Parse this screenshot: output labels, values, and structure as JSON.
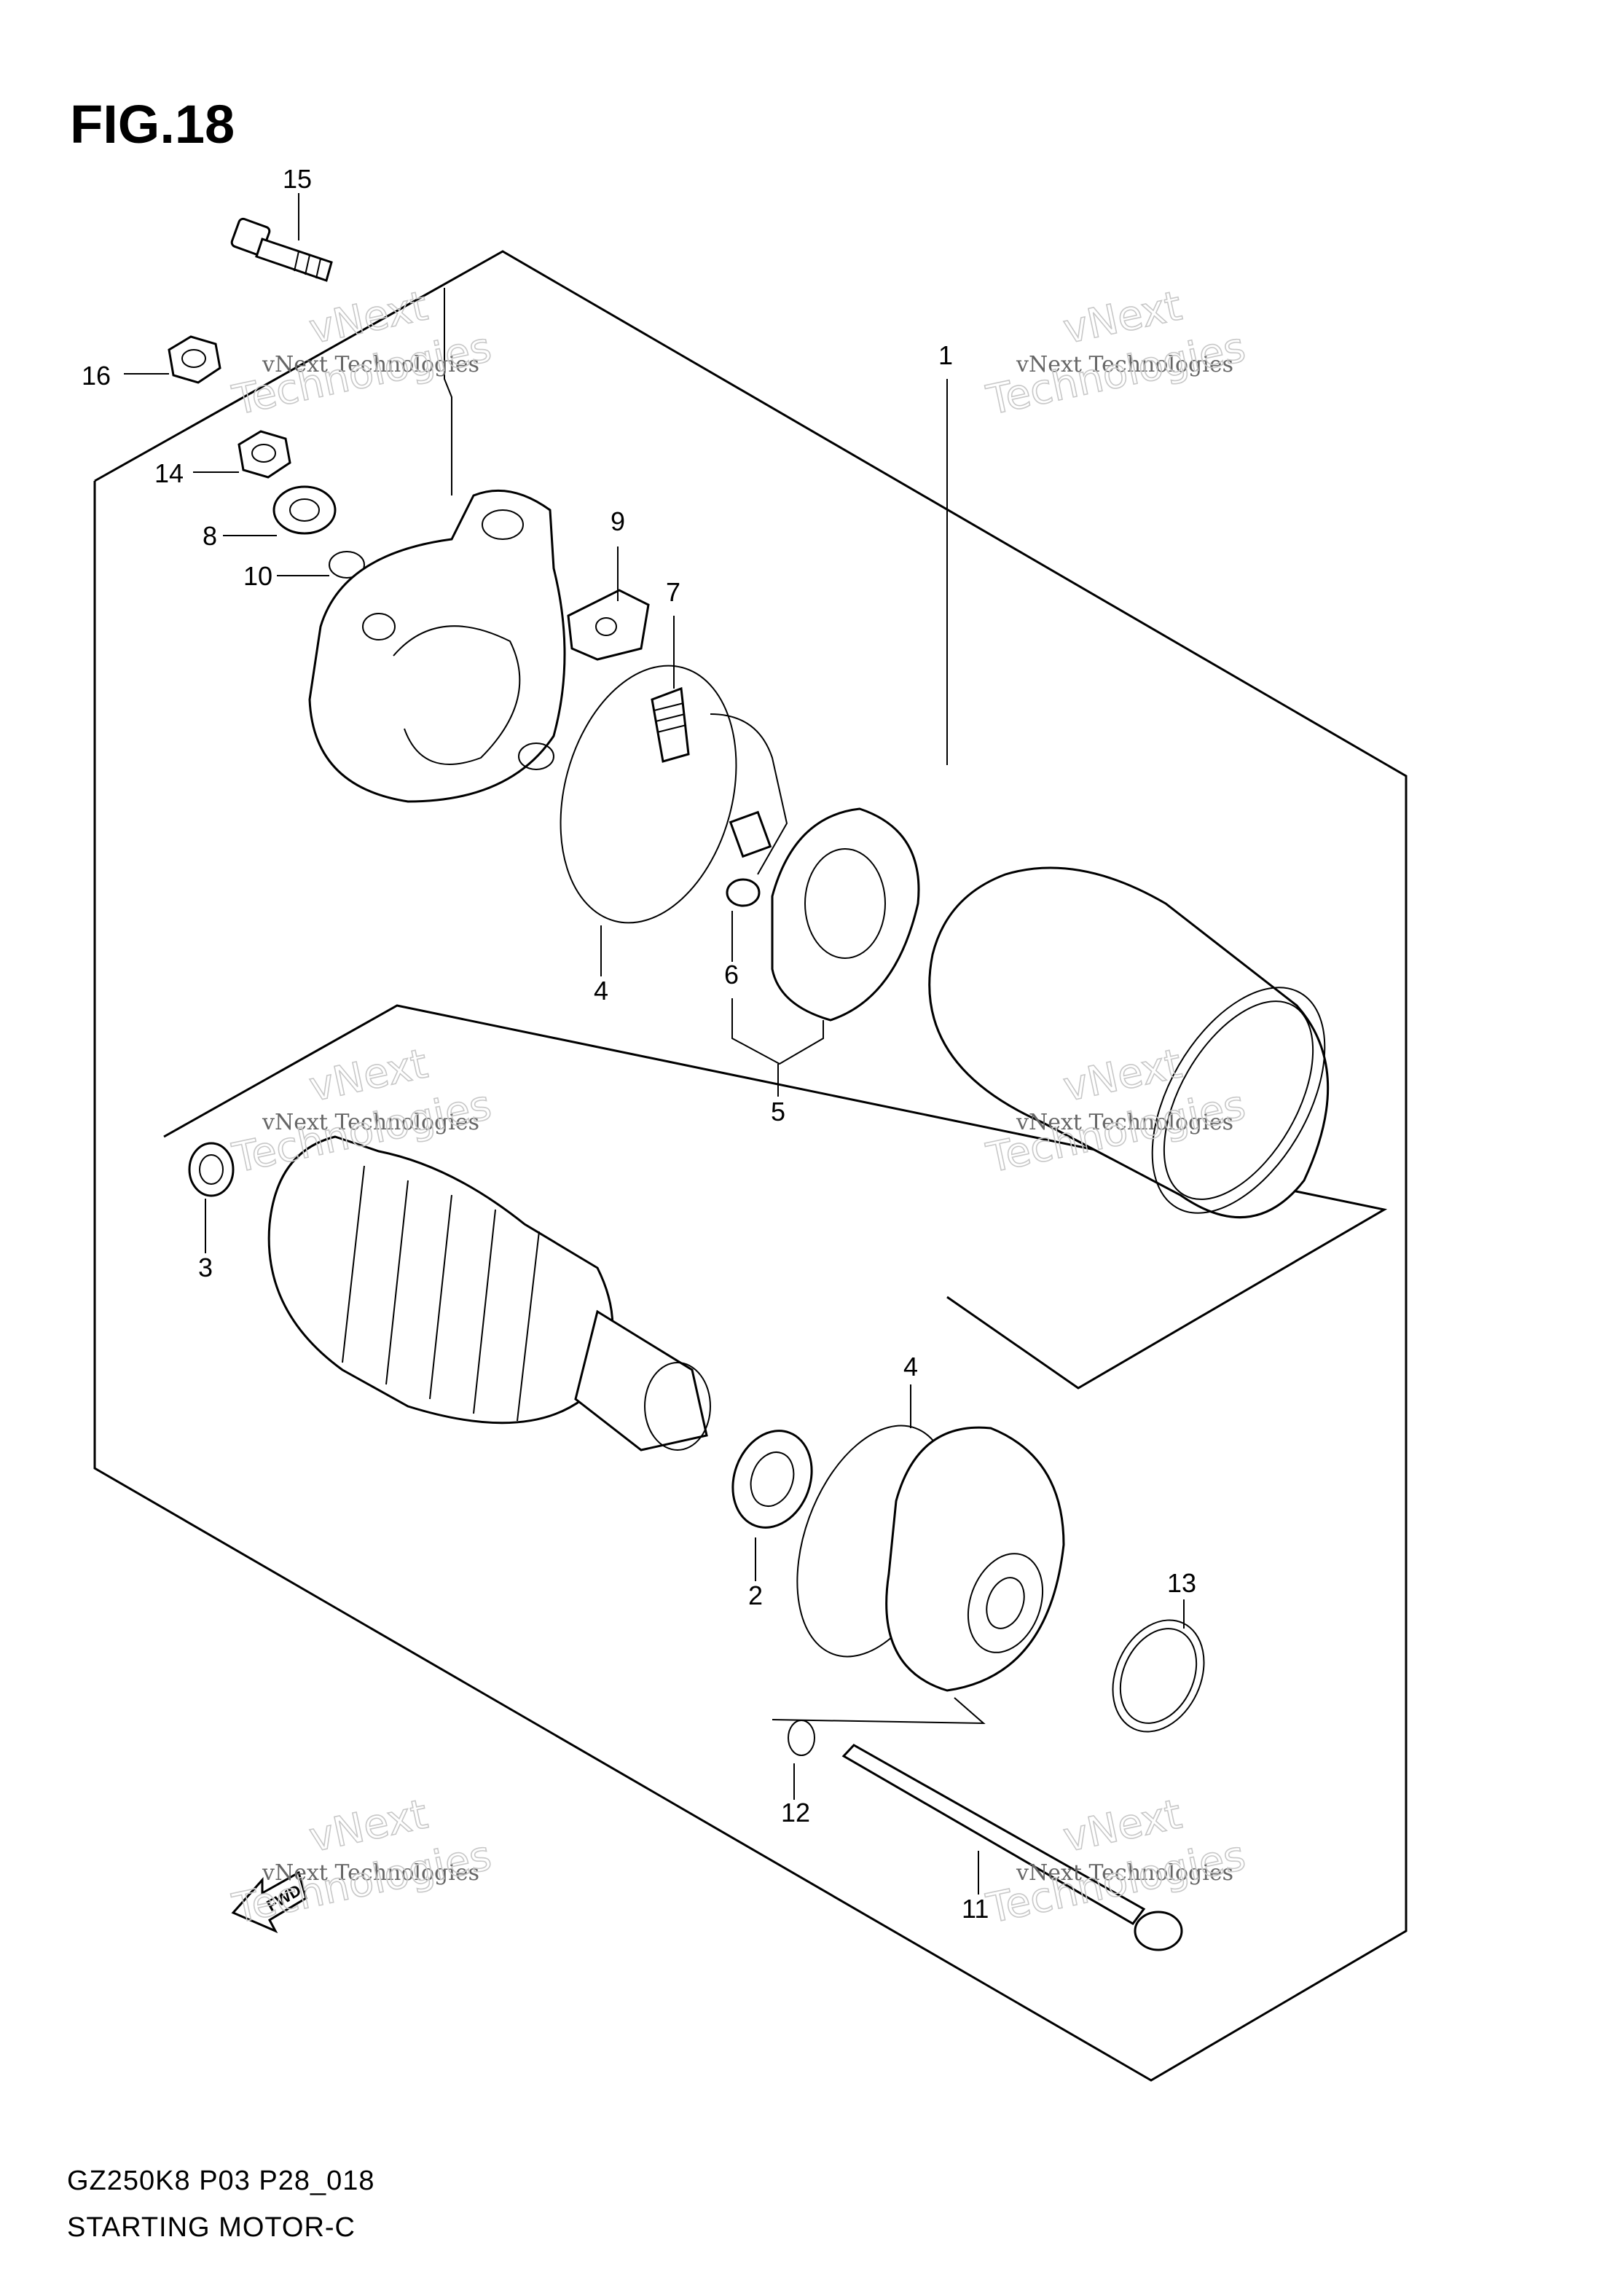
{
  "figure": {
    "title": "FIG.18",
    "model_code": "GZ250K8 P03 P28_018",
    "caption": "STARTING MOTOR-C"
  },
  "callouts": [
    "15",
    "16",
    "14",
    "8",
    "10",
    "9",
    "7",
    "1",
    "4",
    "6",
    "5",
    "3",
    "4",
    "2",
    "13",
    "12",
    "11"
  ],
  "watermark": {
    "line1": "vNext Technologies",
    "line2": "vNext",
    "line3": "Technologies"
  },
  "fwd_label": "FWD"
}
